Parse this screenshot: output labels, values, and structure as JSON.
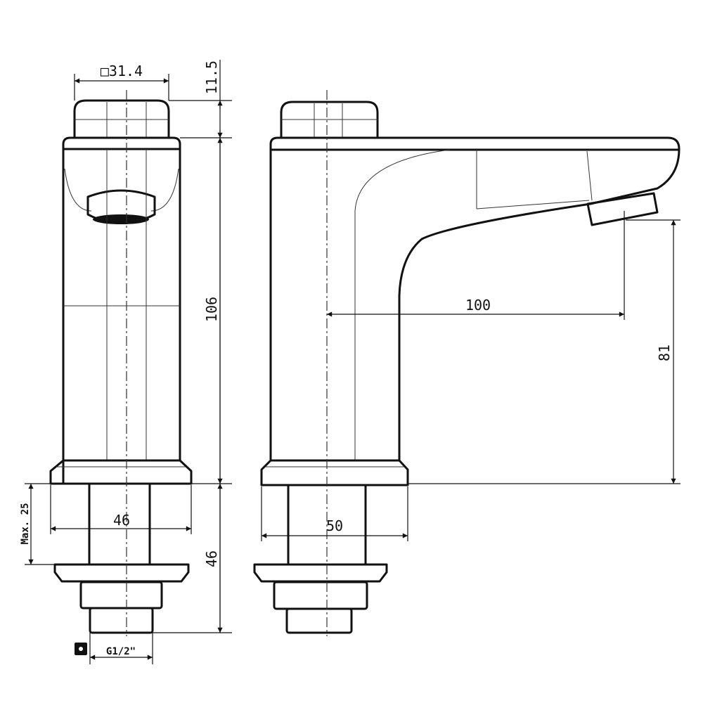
{
  "title": "Faucet technical drawing",
  "dimensions": {
    "button_square": "□31.4",
    "button_height": "11.5",
    "body_height": "106",
    "connection_height": "46",
    "max_counter_thickness": "Max. 25",
    "base_width_front": "46",
    "base_width_side": "50",
    "spout_reach": "100",
    "spout_height": "81",
    "thread": "G1/2\""
  },
  "colors": {
    "line": "#111111",
    "background": "#ffffff"
  }
}
